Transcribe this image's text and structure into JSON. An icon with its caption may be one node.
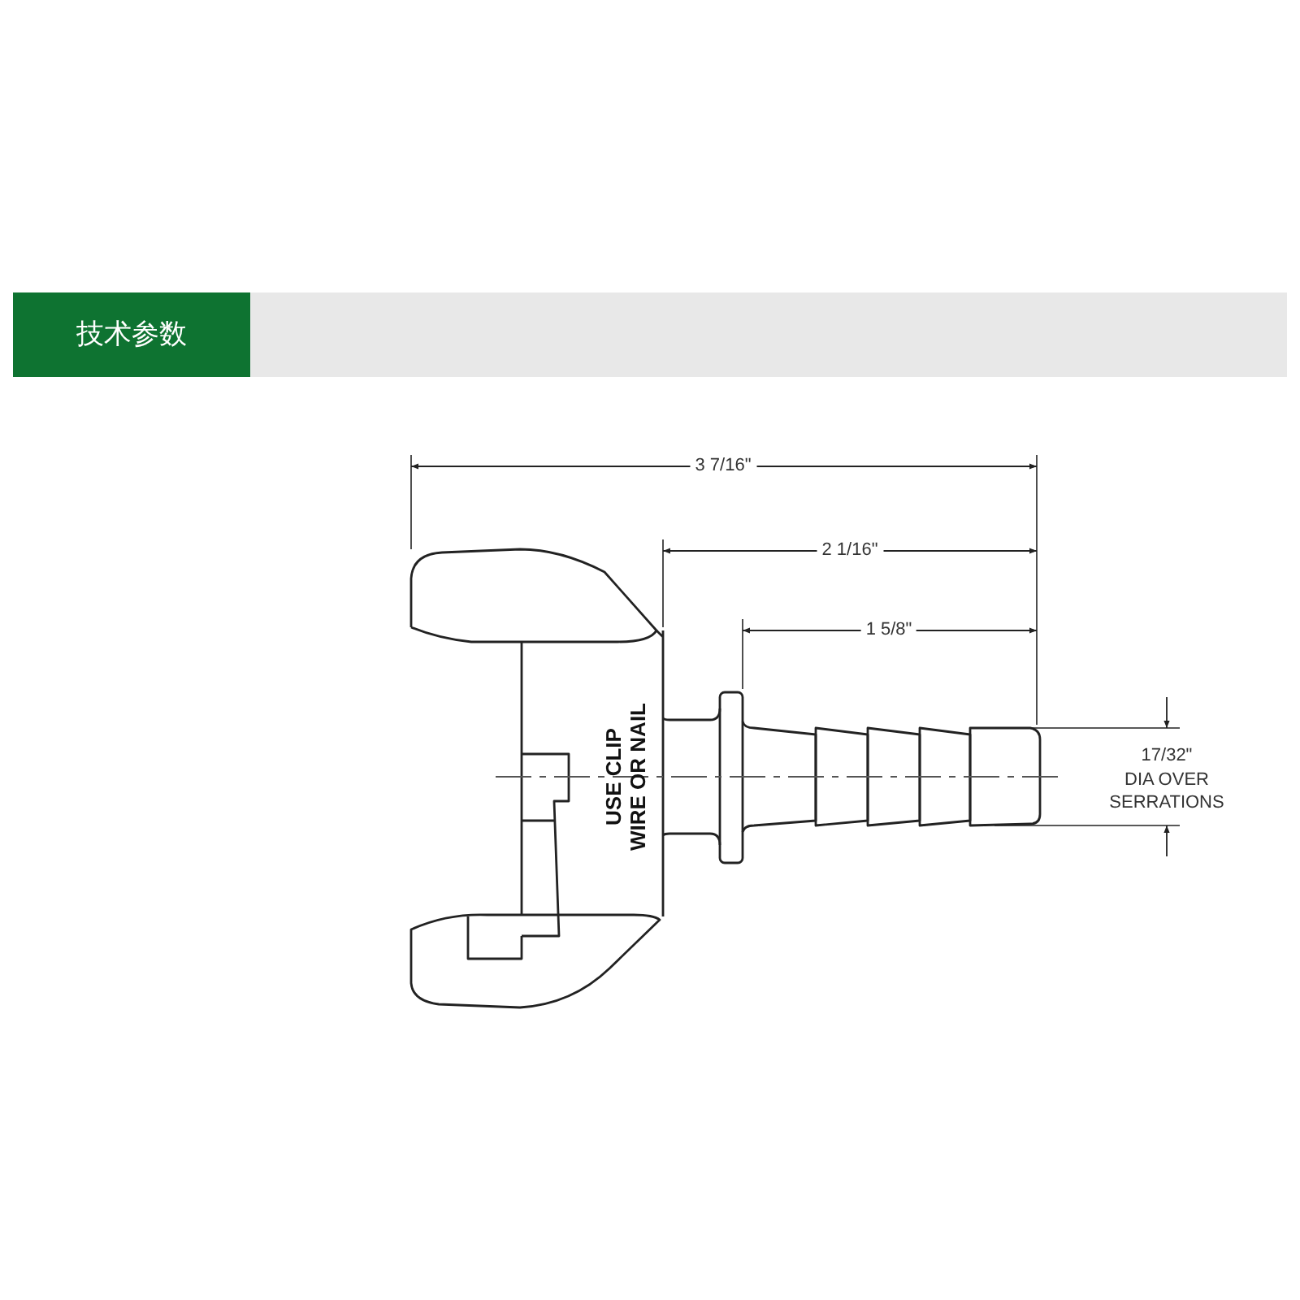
{
  "diagram": {
    "nodes": [
      {
        "text": [
          "技术参数"
        ]
      }
    ],
    "labels": [
      "3 7/16\"",
      "2 1/16\"",
      "1 5/8\"",
      "USE CLIP WIRE OR NAIL",
      "17/32\"",
      "DIA OVER SERRATIONS"
    ]
  }
}
